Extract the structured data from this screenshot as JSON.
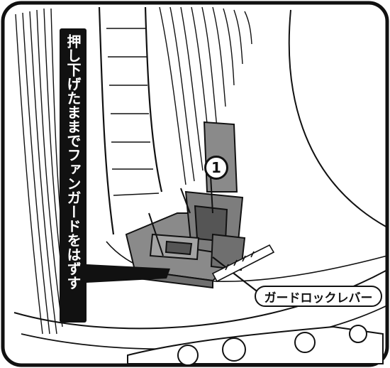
{
  "instruction": {
    "text": "押し下げたままでファンガードをはずす"
  },
  "callout": {
    "part_name": "ガードロックレバー"
  },
  "step": {
    "number": "1"
  },
  "colors": {
    "ink": "#111111",
    "part_gray": "#8a8a8a",
    "background": "#ffffff"
  }
}
